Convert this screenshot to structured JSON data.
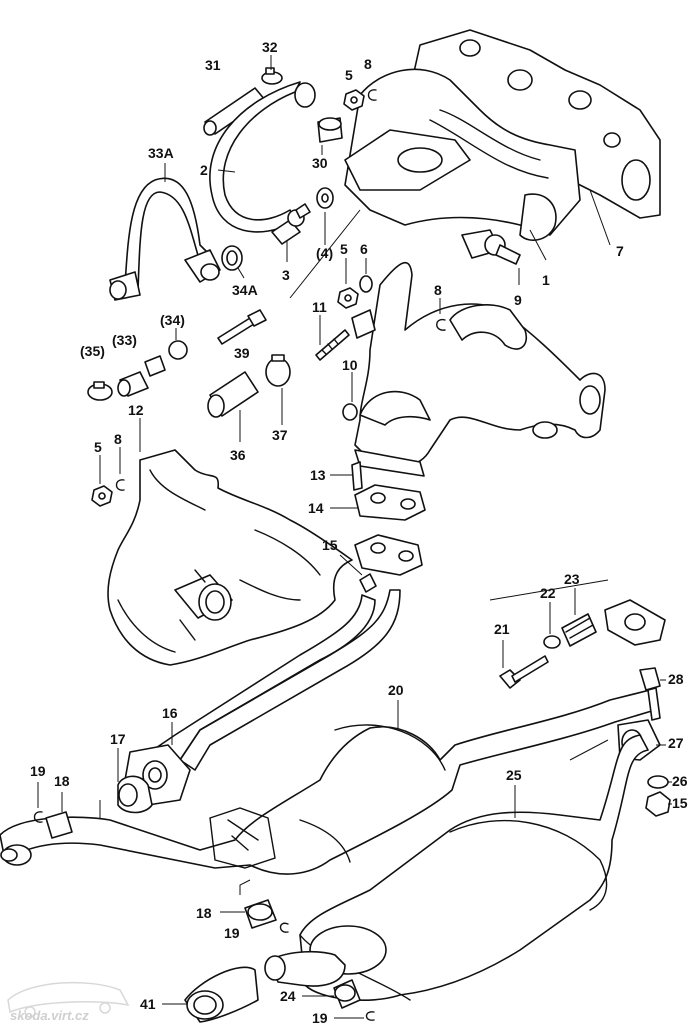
{
  "labels": {
    "l31": "31",
    "l32": "32",
    "l5a": "5",
    "l8a": "8",
    "l33A": "33A",
    "l2": "2",
    "l30": "30",
    "l4": "(4)",
    "l5b": "5",
    "l6": "6",
    "l7": "7",
    "l3": "3",
    "l34A": "34A",
    "l1": "1",
    "l9": "9",
    "l8b": "8",
    "l11": "11",
    "l39": "39",
    "l35": "(35)",
    "l33": "(33)",
    "l34": "(34)",
    "l10": "10",
    "l12": "12",
    "l36": "36",
    "l37": "37",
    "l5c": "5",
    "l8c": "8",
    "l13": "13",
    "l14": "14",
    "l15a": "15",
    "l21": "21",
    "l22": "22",
    "l23": "23",
    "l28": "28",
    "l20": "20",
    "l16": "16",
    "l17": "17",
    "l27": "27",
    "l26": "26",
    "l15b": "15",
    "l19a": "19",
    "l18a": "18",
    "l25": "25",
    "l18b": "18",
    "l19b": "19",
    "l41": "41",
    "l24": "24",
    "l19c": "19"
  },
  "watermark": "skoda.virt.cz"
}
